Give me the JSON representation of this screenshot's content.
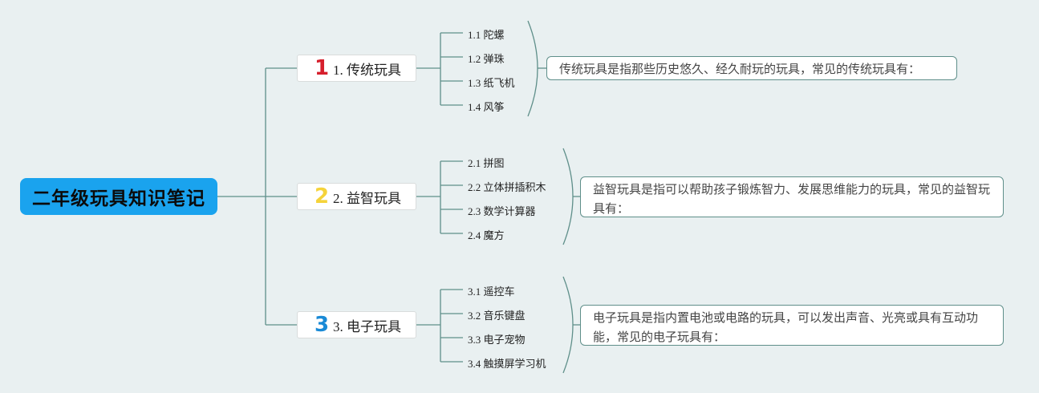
{
  "root": {
    "title": "二年级玩具知识笔记"
  },
  "branches": [
    {
      "number": "1",
      "number_color": "#d61f2c",
      "label": "1. 传统玩具",
      "items": [
        "1.1 陀螺",
        "1.2 弹珠",
        "1.3 纸飞机",
        "1.4 风筝"
      ],
      "note": "传统玩具是指那些历史悠久、经久耐玩的玩具，常见的传统玩具有："
    },
    {
      "number": "2",
      "number_color": "#f5d33a",
      "label": "2. 益智玩具",
      "items": [
        "2.1 拼图",
        "2.2 立体拼插积木",
        "2.3 数学计算器",
        "2.4 魔方"
      ],
      "note": "益智玩具是指可以帮助孩子锻炼智力、发展思维能力的玩具，常见的益智玩具有："
    },
    {
      "number": "3",
      "number_color": "#1a8ad6",
      "label": "3. 电子玩具",
      "items": [
        "3.1 遥控车",
        "3.2 音乐键盘",
        "3.3 电子宠物",
        "3.4 触摸屏学习机"
      ],
      "note": "电子玩具是指内置电池或电路的玩具，可以发出声音、光亮或具有互动功能，常见的电子玩具有："
    }
  ],
  "colors": {
    "background": "#e9f0f1",
    "root_fill": "#1aa3ee",
    "connector": "#5f8f8a"
  }
}
